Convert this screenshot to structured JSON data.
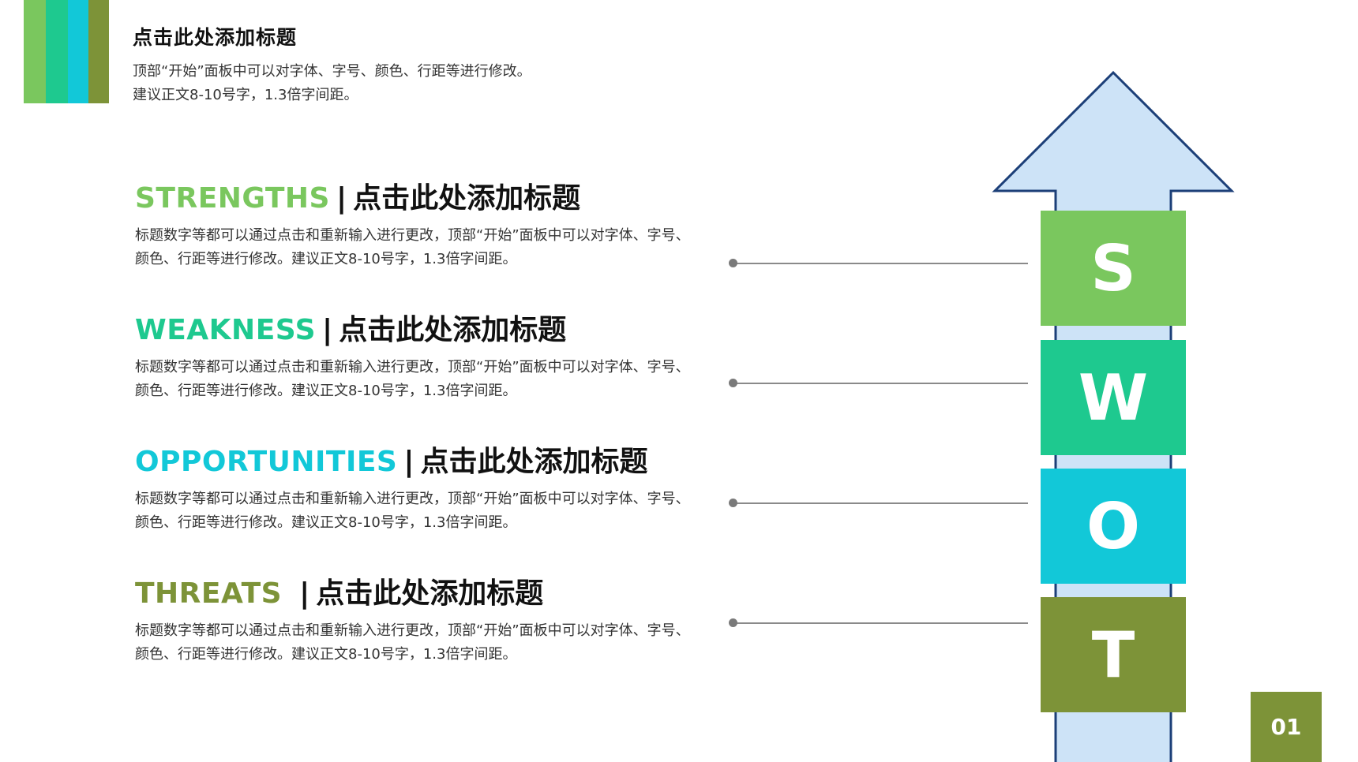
{
  "colors": {
    "green": "#7ac75e",
    "teal": "#1ec98f",
    "cyan": "#12c8d8",
    "olive": "#7d9338",
    "arrow_fill": "#cde3f7",
    "arrow_stroke": "#1c3f78"
  },
  "header": {
    "title": "点击此处添加标题",
    "desc": "顶部“开始”面板中可以对字体、字号、颜色、行距等进行修改。建议正文8-10号字，1.3倍字间距。"
  },
  "sections": [
    {
      "en": "STRENGTHS",
      "sep": "|",
      "cn": "点击此处添加标题",
      "desc": "标题数字等都可以通过点击和重新输入进行更改，顶部“开始”面板中可以对字体、字号、颜色、行距等进行修改。建议正文8-10号字，1.3倍字间距。"
    },
    {
      "en": "WEAKNESS",
      "sep": "|",
      "cn": "点击此处添加标题",
      "desc": "标题数字等都可以通过点击和重新输入进行更改，顶部“开始”面板中可以对字体、字号、颜色、行距等进行修改。建议正文8-10号字，1.3倍字间距。"
    },
    {
      "en": "OPPORTUNITIES",
      "sep": "|",
      "cn": "点击此处添加标题",
      "desc": "标题数字等都可以通过点击和重新输入进行更改，顶部“开始”面板中可以对字体、字号、颜色、行距等进行修改。建议正文8-10号字，1.3倍字间距。"
    },
    {
      "en": "THREATS",
      "sep": "|",
      "cn": "点击此处添加标题",
      "desc": "标题数字等都可以通过点击和重新输入进行更改，顶部“开始”面板中可以对字体、字号、颜色、行距等进行修改。建议正文8-10号字，1.3倍字间距。"
    }
  ],
  "swot": {
    "s": "S",
    "w": "W",
    "o": "O",
    "t": "T"
  },
  "page_number": "01"
}
